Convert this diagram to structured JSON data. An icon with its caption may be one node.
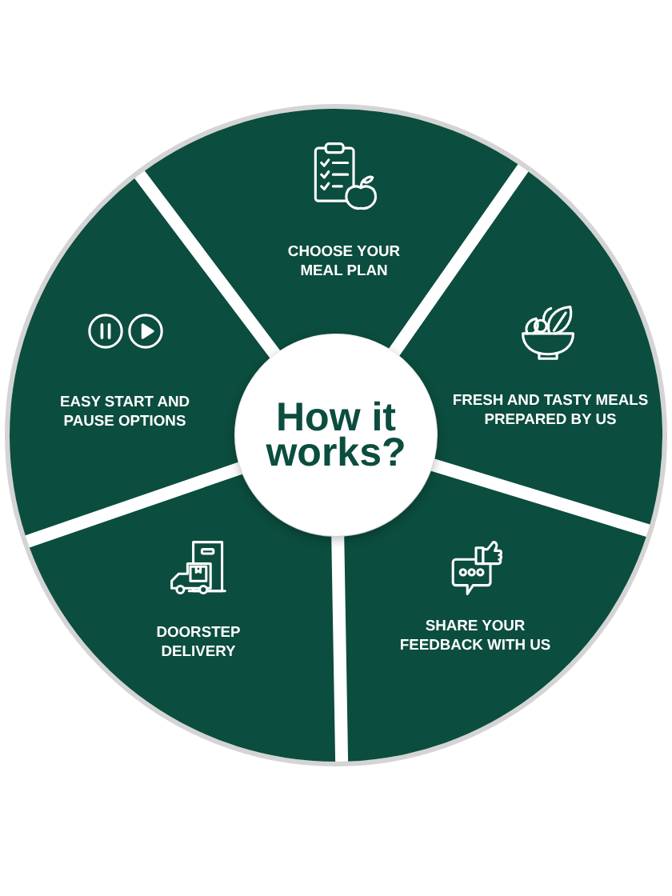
{
  "diagram": {
    "nodes": [
      {
        "text": [
          "How it works?"
        ]
      },
      {
        "text": [
          "CHOOSE YOUR MEAL PLAN"
        ]
      },
      {
        "text": [
          "FRESH AND TASTY MEALS PREPARED BY US"
        ]
      },
      {
        "text": [
          "SHARE YOUR FEEDBACK WITH US"
        ]
      },
      {
        "text": [
          "DOORSTEP DELIVERY"
        ]
      },
      {
        "text": [
          "EASY START AND PAUSE OPTIONS"
        ]
      }
    ]
  }
}
